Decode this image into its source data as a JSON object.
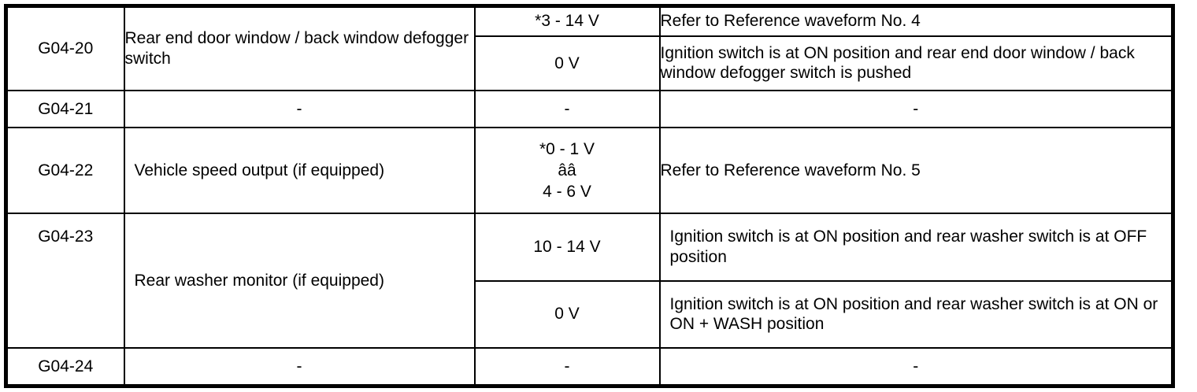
{
  "table": {
    "columns": [
      "terminal_no",
      "terminal_name",
      "voltage",
      "description"
    ],
    "rows": [
      {
        "id": "G04-20",
        "name": "Rear end door window / back window defogger switch",
        "measurements": [
          {
            "voltage": "*3 - 14 V",
            "description": "Refer to Reference waveform No. 4"
          },
          {
            "voltage": "0 V",
            "description": "Ignition switch is at ON position and rear end door window / back window defogger switch is pushed"
          }
        ]
      },
      {
        "id": "G04-21",
        "name": "-",
        "measurements": [
          {
            "voltage": "-",
            "description": "-"
          }
        ]
      },
      {
        "id": "G04-22",
        "name": "Vehicle speed output (if equipped)",
        "measurements": [
          {
            "voltage_line1": "*0 - 1 V",
            "voltage_line2": "ââ",
            "voltage_line3": "4 - 6 V",
            "description": "Refer to Reference waveform No. 5"
          }
        ]
      },
      {
        "id": "G04-23",
        "name": "Rear washer monitor (if equipped)",
        "measurements": [
          {
            "voltage": "10 - 14 V",
            "description": "Ignition switch is at ON position and rear washer switch is at OFF position"
          },
          {
            "voltage": "0 V",
            "description": "Ignition switch is at ON position and rear washer switch is at ON or ON + WASH position"
          }
        ]
      },
      {
        "id": "G04-24",
        "name": "-",
        "measurements": [
          {
            "voltage": "-",
            "description": "-"
          }
        ]
      }
    ]
  }
}
